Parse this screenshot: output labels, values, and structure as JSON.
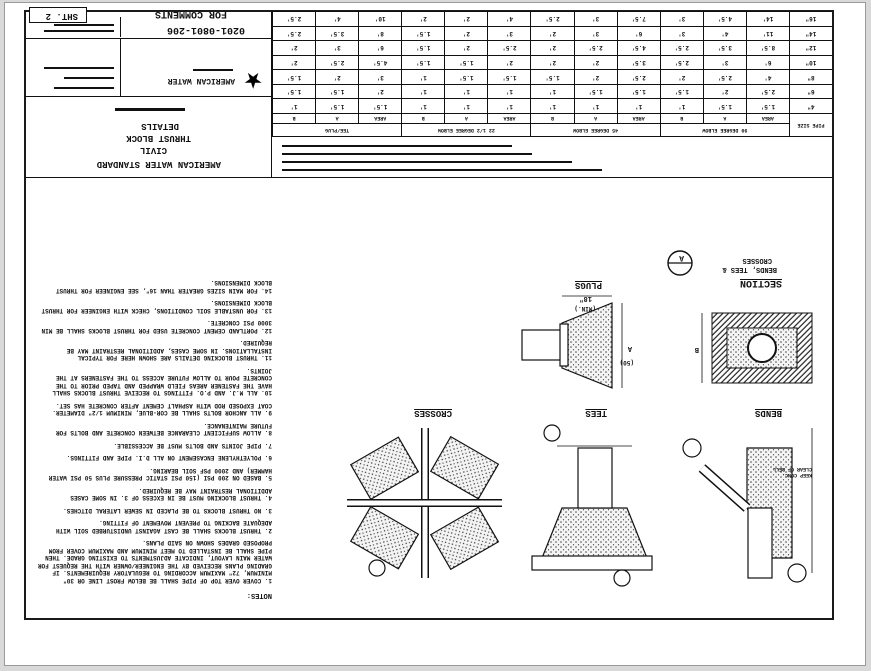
{
  "sheet": {
    "number": "SHT. 2",
    "comments_label": "FOR COMMENTS",
    "drawing_number": "0201-0801-206"
  },
  "title_block": {
    "company": "AMERICAN WATER",
    "line1": "AMERICAN WATER STANDARD",
    "line2": "CIVIL",
    "line3": "THRUST BLOCK",
    "line4": "DETAILS"
  },
  "table": {
    "headers": [
      "PIPE SIZE",
      "90 DEGREE ELBOW",
      "45 DEGREE ELBOW",
      "22 1/2 DEGREE ELBOW",
      "TEE/PLUG"
    ],
    "subheaders": [
      "AREA",
      "A",
      "B",
      "AREA",
      "A",
      "B",
      "AREA",
      "A",
      "B",
      "AREA",
      "A",
      "B"
    ],
    "rows": [
      [
        "4\"",
        "1.5'",
        "1.5'",
        "1'",
        "1'",
        "1'",
        "1'",
        "1'",
        "1'",
        "1'",
        "1.5'",
        "1.5'",
        "1'"
      ],
      [
        "6\"",
        "2.5'",
        "2'",
        "1.5'",
        "1.5'",
        "1.5'",
        "1'",
        "1'",
        "1'",
        "1'",
        "2'",
        "1.5'",
        "1.5'"
      ],
      [
        "8\"",
        "4'",
        "2.5'",
        "2'",
        "2.5'",
        "2'",
        "1.5'",
        "1.5'",
        "1.5'",
        "1'",
        "3'",
        "2'",
        "1.5'"
      ],
      [
        "10\"",
        "6'",
        "3'",
        "2.5'",
        "3.5'",
        "2'",
        "2'",
        "2'",
        "1.5'",
        "1.5'",
        "4.5'",
        "2.5'",
        "2'"
      ],
      [
        "12\"",
        "8.5'",
        "3.5'",
        "2.5'",
        "4.5'",
        "2.5'",
        "2'",
        "2.5'",
        "2'",
        "1.5'",
        "6'",
        "3'",
        "2'"
      ],
      [
        "14\"",
        "11'",
        "4'",
        "3'",
        "6'",
        "3'",
        "2'",
        "3'",
        "2'",
        "1.5'",
        "8'",
        "3.5'",
        "2.5'"
      ],
      [
        "16\"",
        "14'",
        "4.5'",
        "3'",
        "7.5'",
        "3'",
        "2.5'",
        "4'",
        "2'",
        "2'",
        "10'",
        "4'",
        "2.5'"
      ]
    ]
  },
  "notes": {
    "heading": "NOTES:",
    "items": [
      "1.  COVER OVER TOP OF PIPE SHALL BE BELOW FROST LINE OR 30\" MINIMUM, 72\" MAXIMUM ACCORDING TO REGULATORY REQUIREMENTS. IF GRADING PLANS RECEIVED BY THE ENGINEER/OWNER WITH THE REQUEST FOR WATER MAIN LAYOUT, INDICATE ADJUSTMENTS TO EXISTING GRADE. THEN PIPE SHALL BE INSTALLED TO MEET MINIMUM AND MAXIMUM COVER FROM PROPOSED GRADES SHOWN ON SAID PLANS.",
      "2.  THRUST BLOCKS SHALL BE CAST AGAINST UNDISTURBED SOIL WITH ADEQUATE BACKING TO PREVENT MOVEMENT OF FITTING.",
      "3.  NO THRUST BLOCKS TO BE PLACED IN SEWER LATERAL DITCHES.",
      "4.  THRUST BLOCKING MUST BE IN EXCESS OF 3. IN SOME CASES ADDITIONAL RESTRAINT MAY BE REQUIRED.",
      "5.  BASED ON 200 PSI (150 PSI STATIC PRESSURE PLUS 50 PSI WATER HAMMER) AND 2000 PSF SOIL BEARING.",
      "6.  POLYETHYLENE ENCASEMENT ON ALL D.I. PIPE AND FITTINGS.",
      "7.  PIPE JOINTS AND BOLTS MUST BE ACCESSIBLE.",
      "8.  ALLOW SUFFICIENT CLEARANCE BETWEEN CONCRETE AND BOLTS FOR FUTURE MAINTENANCE.",
      "9.  ALL ANCHOR BOLTS SHALL BE COR-BLUE, MINIMUM 1/2\" DIAMETER. COAT EXPOSED ROD WITH ASPHALT CEMENT AFTER CONCRETE HAS SET.",
      "10. ALL M.J. AND P.O. FITTINGS TO RECEIVE THRUST BLOCKS SHALL HAVE THE FASTENER AREAS FIELD WRAPPED AND TAPED PRIOR TO THE CONCRETE POUR TO ALLOW FUTURE ACCESS TO THE FASTENERS AT THE JOINTS.",
      "11. THRUST BLOCKING DETAILS ARE SHOWN HERE FOR TYPICAL INSTALLATIONS. IN SOME CASES, ADDITIONAL RESTRAINT MAY BE REQUIRED.",
      "12. PORTLAND CEMENT CONCRETE USED FOR THRUST BLOCKS SHALL BE MIN 3000 PSI CONCRETE.",
      "13. FOR UNSTABLE SOIL CONDITIONS, CHECK WITH ENGINEER FOR THRUST BLOCK DIMENSIONS.",
      "14. FOR MAIN SIZES GREATER THAN 16\", SEE ENGINEER FOR THRUST BLOCK DIMENSIONS."
    ]
  },
  "details": {
    "bends": "BENDS",
    "tees": "TEES",
    "crosses": "CROSSES",
    "plugs": "PLUGS",
    "section_title": "SECTION",
    "section_letter": "A",
    "section_sub1": "BENDS, TEES &",
    "section_sub2": "CROSSES",
    "keep_conc": "KEEP CONC. CLEAR OF BELL",
    "dim_18": "18\"",
    "dim_min": "(MIN.)",
    "dim_a": "A",
    "dim_b": "B",
    "dim_50": "(50)"
  },
  "colors": {
    "ink": "#111111",
    "paper": "#ffffff",
    "frame": "#d9d9d9"
  }
}
